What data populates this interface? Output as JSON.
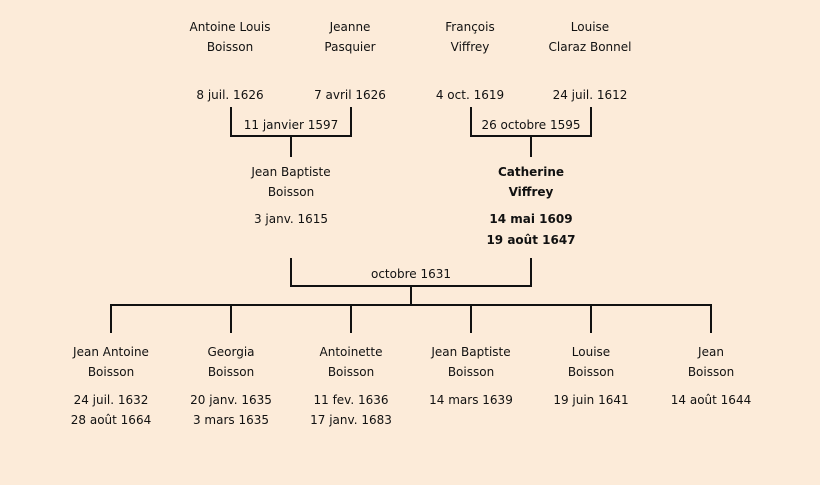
{
  "grandparents": [
    {
      "name1": "Antoine Louis",
      "name2": "Boisson",
      "date": "8 juil. 1626"
    },
    {
      "name1": "Jeanne",
      "name2": "Pasquier",
      "date": "7 avril 1626"
    },
    {
      "name1": "François",
      "name2": "Viffrey",
      "date": "4 oct. 1619"
    },
    {
      "name1": "Louise",
      "name2": "Claraz Bonnel",
      "date": "24 juil. 1612"
    }
  ],
  "marriages": {
    "paternal": "11 janvier 1597",
    "maternal": "26 octobre 1595",
    "parents": "octobre 1631"
  },
  "parents": [
    {
      "name1": "Jean Baptiste",
      "name2": "Boisson",
      "birth": "3 janv. 1615",
      "death": ""
    },
    {
      "name1": "Catherine",
      "name2": "Viffrey",
      "birth": "14 mai 1609",
      "death": "19 août 1647"
    }
  ],
  "children": [
    {
      "name1": "Jean Antoine",
      "name2": "Boisson",
      "birth": "24 juil. 1632",
      "death": "28 août 1664"
    },
    {
      "name1": "Georgia",
      "name2": "Boisson",
      "birth": "20 janv. 1635",
      "death": "3 mars 1635"
    },
    {
      "name1": "Antoinette",
      "name2": "Boisson",
      "birth": "11 fev. 1636",
      "death": "17 janv. 1683"
    },
    {
      "name1": "Jean Baptiste",
      "name2": "Boisson",
      "birth": "14 mars 1639",
      "death": ""
    },
    {
      "name1": "Louise",
      "name2": "Boisson",
      "birth": "19 juin 1641",
      "death": ""
    },
    {
      "name1": "Jean",
      "name2": "Boisson",
      "birth": "14 août 1644",
      "death": ""
    }
  ]
}
